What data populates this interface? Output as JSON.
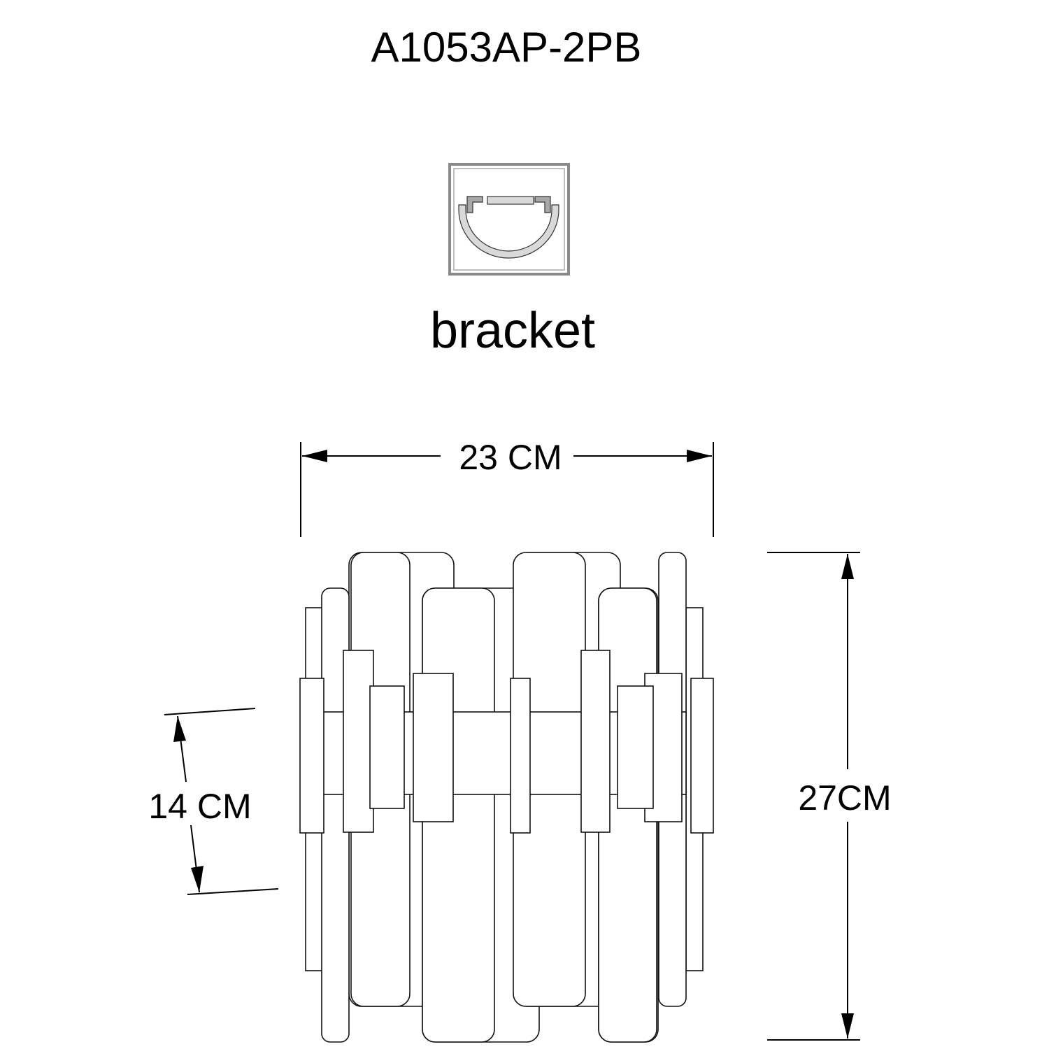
{
  "title": "A1053AP-2PB",
  "bracket": {
    "label": "bracket",
    "icon": "bracket-cross-section-icon",
    "colors": {
      "frame": "#8a8a8a",
      "profile": "#d9d9d9",
      "outline": "#333333"
    }
  },
  "dimensions": {
    "width": "23 CM",
    "height": "27CM",
    "mount_height": "14 CM"
  }
}
